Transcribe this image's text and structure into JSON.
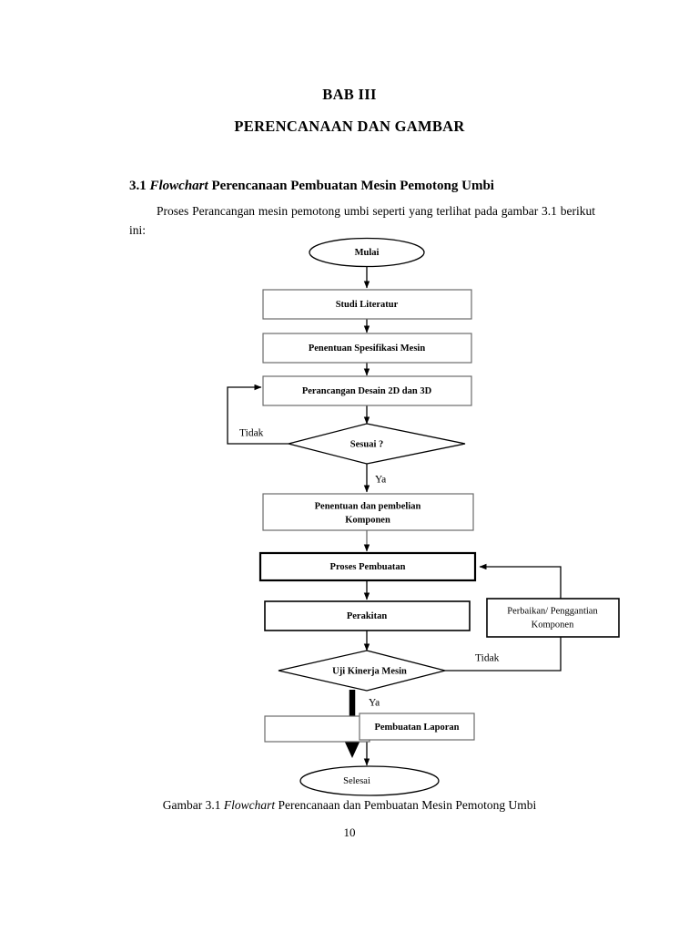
{
  "document": {
    "chapter_title": "BAB III",
    "chapter_subtitle": "PERENCANAAN DAN GAMBAR",
    "section_number": "3.1",
    "section_title_italic": "Flowchart",
    "section_title_rest": "Perencanaan Pembuatan Mesin Pemotong Umbi",
    "paragraph": "Proses Perancangan mesin pemotong umbi seperti yang terlihat pada gambar 3.1 berikut ini:",
    "figure_caption_prefix": "Gambar 3.1",
    "figure_caption_italic": "Flowchart",
    "figure_caption_rest": "Perencanaan dan Pembuatan Mesin Pemotong Umbi",
    "page_number": "10"
  },
  "flowchart": {
    "type": "flowchart",
    "nodes": [
      {
        "id": "mulai",
        "shape": "ellipse",
        "label": "Mulai"
      },
      {
        "id": "studi",
        "shape": "rect",
        "label": "Studi Literatur"
      },
      {
        "id": "spesifikasi",
        "shape": "rect",
        "label": "Penentuan Spesifikasi Mesin"
      },
      {
        "id": "desain",
        "shape": "rect",
        "label": "Perancangan Desain 2D dan 3D"
      },
      {
        "id": "sesuai",
        "shape": "diamond",
        "label": "Sesuai ?"
      },
      {
        "id": "pembelian",
        "shape": "rect",
        "label_line1": "Penentuan dan pembelian",
        "label_line2": "Komponen"
      },
      {
        "id": "proses",
        "shape": "rect",
        "label": "Proses Pembuatan"
      },
      {
        "id": "perakitan",
        "shape": "rect",
        "label": "Perakitan"
      },
      {
        "id": "uji",
        "shape": "diamond",
        "label": "Uji Kinerja Mesin"
      },
      {
        "id": "perbaikan",
        "shape": "rect",
        "label_line1": "Perbaikan/ Penggantian",
        "label_line2": "Komponen"
      },
      {
        "id": "laporan",
        "shape": "rect",
        "label": "Pembuatan Laporan"
      },
      {
        "id": "kosong",
        "shape": "rect",
        "label": ""
      },
      {
        "id": "selesai",
        "shape": "ellipse",
        "label": "Selesai"
      }
    ],
    "edge_labels": {
      "sesuai_no": "Tidak",
      "sesuai_yes": "Ya",
      "uji_no": "Tidak",
      "uji_yes": "Ya"
    }
  },
  "colors": {
    "page_background": "#ffffff",
    "text": "#000000",
    "thin_border": "#6b6b6b",
    "thick_border": "#000000"
  }
}
